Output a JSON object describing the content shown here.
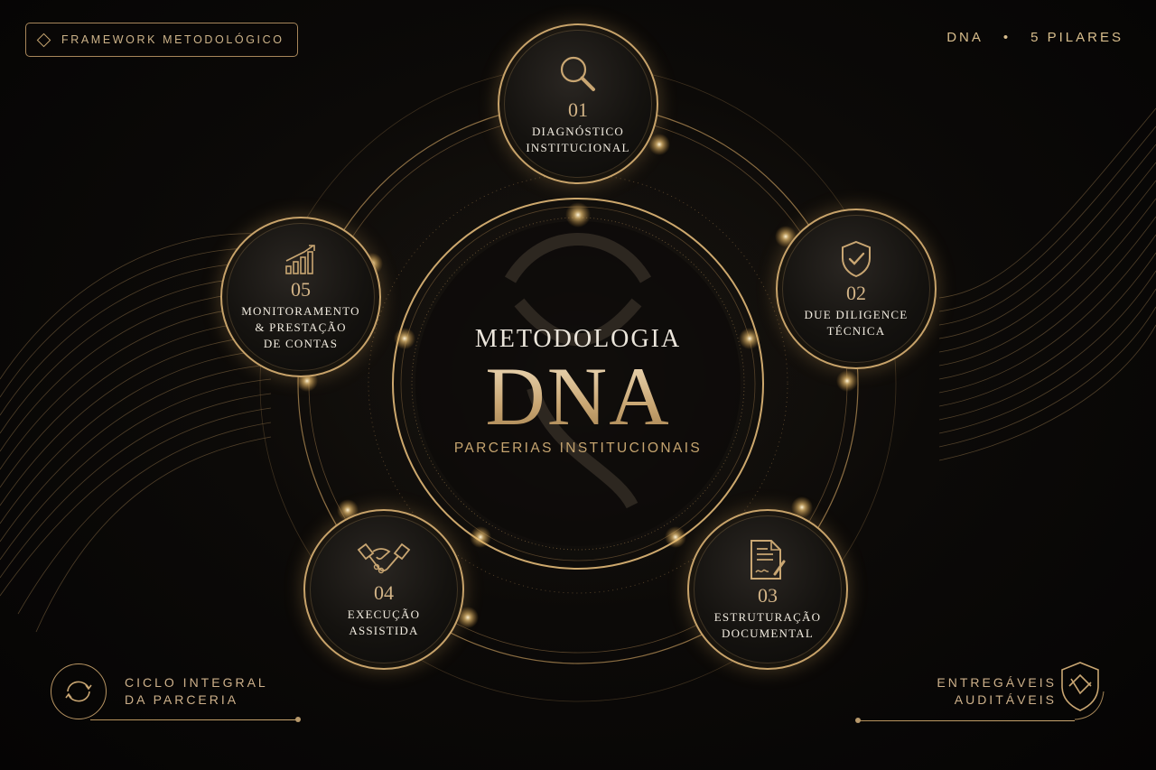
{
  "header": {
    "badge_label": "FRAMEWORK METODOLÓGICO",
    "badge_icon": "diamond-icon",
    "top_right": {
      "left": "DNA",
      "separator": "•",
      "right": "5 PILARES"
    }
  },
  "center": {
    "supertitle": "METODOLOGIA",
    "title": "DNA",
    "subtitle": "PARCERIAS INSTITUCIONAIS"
  },
  "pillars": [
    {
      "number": "01",
      "title": "DIAGNÓSTICO\nINSTITUCIONAL",
      "icon": "magnifier-icon"
    },
    {
      "number": "02",
      "title": "DUE DILIGENCE\nTÉCNICA",
      "icon": "shield-check-icon"
    },
    {
      "number": "03",
      "title": "ESTRUTURAÇÃO\nDOCUMENTAL",
      "icon": "signed-document-icon"
    },
    {
      "number": "04",
      "title": "EXECUÇÃO\nASSISTIDA",
      "icon": "handshake-icon"
    },
    {
      "number": "05",
      "title": "MONITORAMENTO\n& PRESTAÇÃO\nDE CONTAS",
      "icon": "growth-chart-icon"
    }
  ],
  "footer": {
    "left": {
      "text": "CICLO INTEGRAL\nDA PARCERIA",
      "icon": "cycle-arrows-icon"
    },
    "right": {
      "text": "ENTREGÁVEIS\nAUDITÁVEIS",
      "icon": "shield-badge-icon"
    }
  },
  "colors": {
    "background": "#070605",
    "gold": "#c8a36a",
    "gold_light": "#f1dfbf",
    "text_light": "#f2ece0"
  }
}
